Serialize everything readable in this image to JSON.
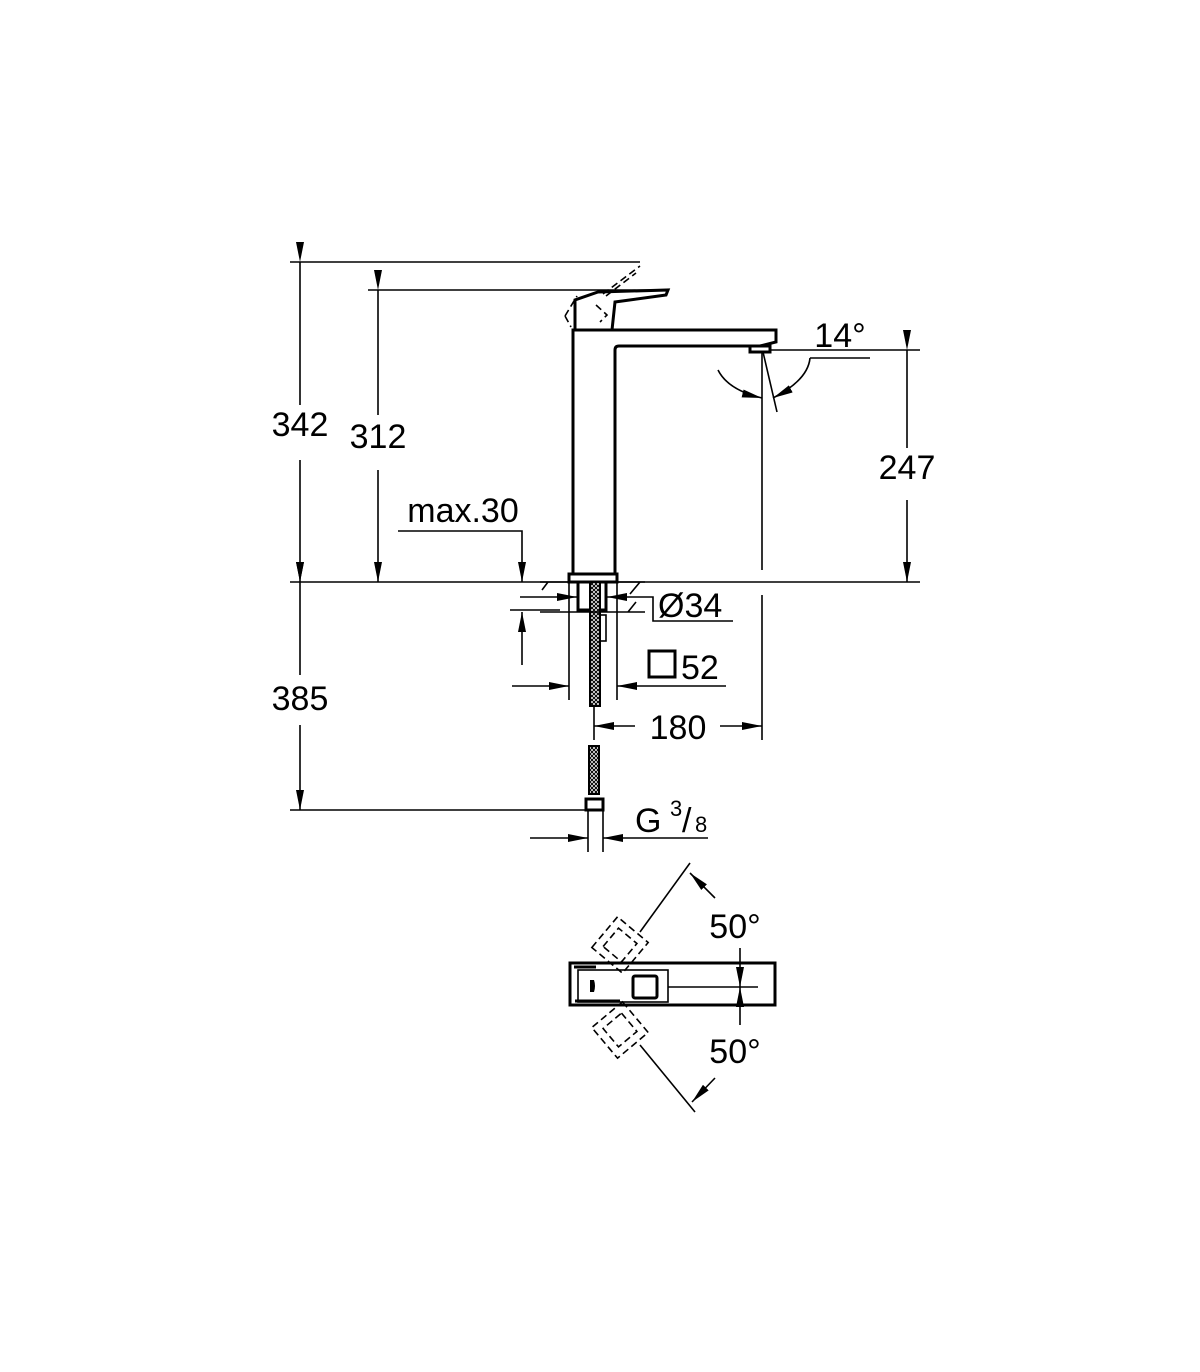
{
  "drawing": {
    "side_view": {
      "total_height": "342",
      "spout_top_height": "312",
      "spout_outlet_height": "247",
      "below_deck_length": "385",
      "max_deck_thickness": "max.30",
      "spout_angle": "14°",
      "hole_diameter": "Ø34",
      "base_square": "52",
      "spout_reach": "180",
      "connection_thread": "G",
      "connection_num": "3",
      "connection_den": "8"
    },
    "top_view": {
      "lever_rotation_up": "50°",
      "lever_rotation_down": "50°"
    }
  }
}
